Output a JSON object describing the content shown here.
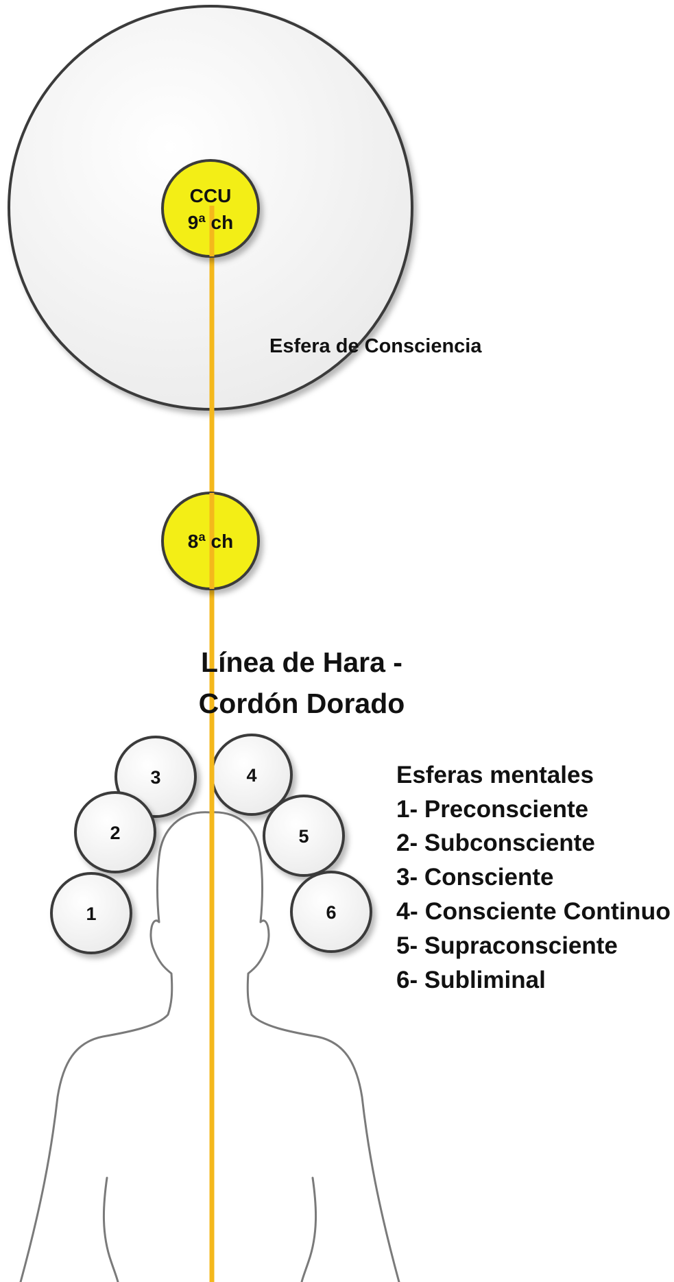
{
  "colors": {
    "cord": "#F4B81C",
    "chakra_fill": "#F3EE12",
    "sphere_fill": "#F2F2F2",
    "outline": "#3A3A3A",
    "body_outline": "#7A7A7A",
    "text": "#111111"
  },
  "icons": {
    "silhouette": "human-silhouette-icon"
  },
  "outer_sphere": {
    "label": "Esfera de Consciencia"
  },
  "chakra9": {
    "line1": "CCU",
    "line2": "9ª ch"
  },
  "chakra8": {
    "label": "8ª ch"
  },
  "title": {
    "line1": "Línea de Hara -",
    "line2": "Cordón Dorado"
  },
  "mental_spheres": [
    "1",
    "2",
    "3",
    "4",
    "5",
    "6"
  ],
  "legend": {
    "heading": "Esferas mentales",
    "items": [
      "1- Preconsciente",
      "2- Subconsciente",
      "3- Consciente",
      "4- Consciente Continuo",
      "5- Supraconsciente",
      "6- Subliminal"
    ]
  }
}
